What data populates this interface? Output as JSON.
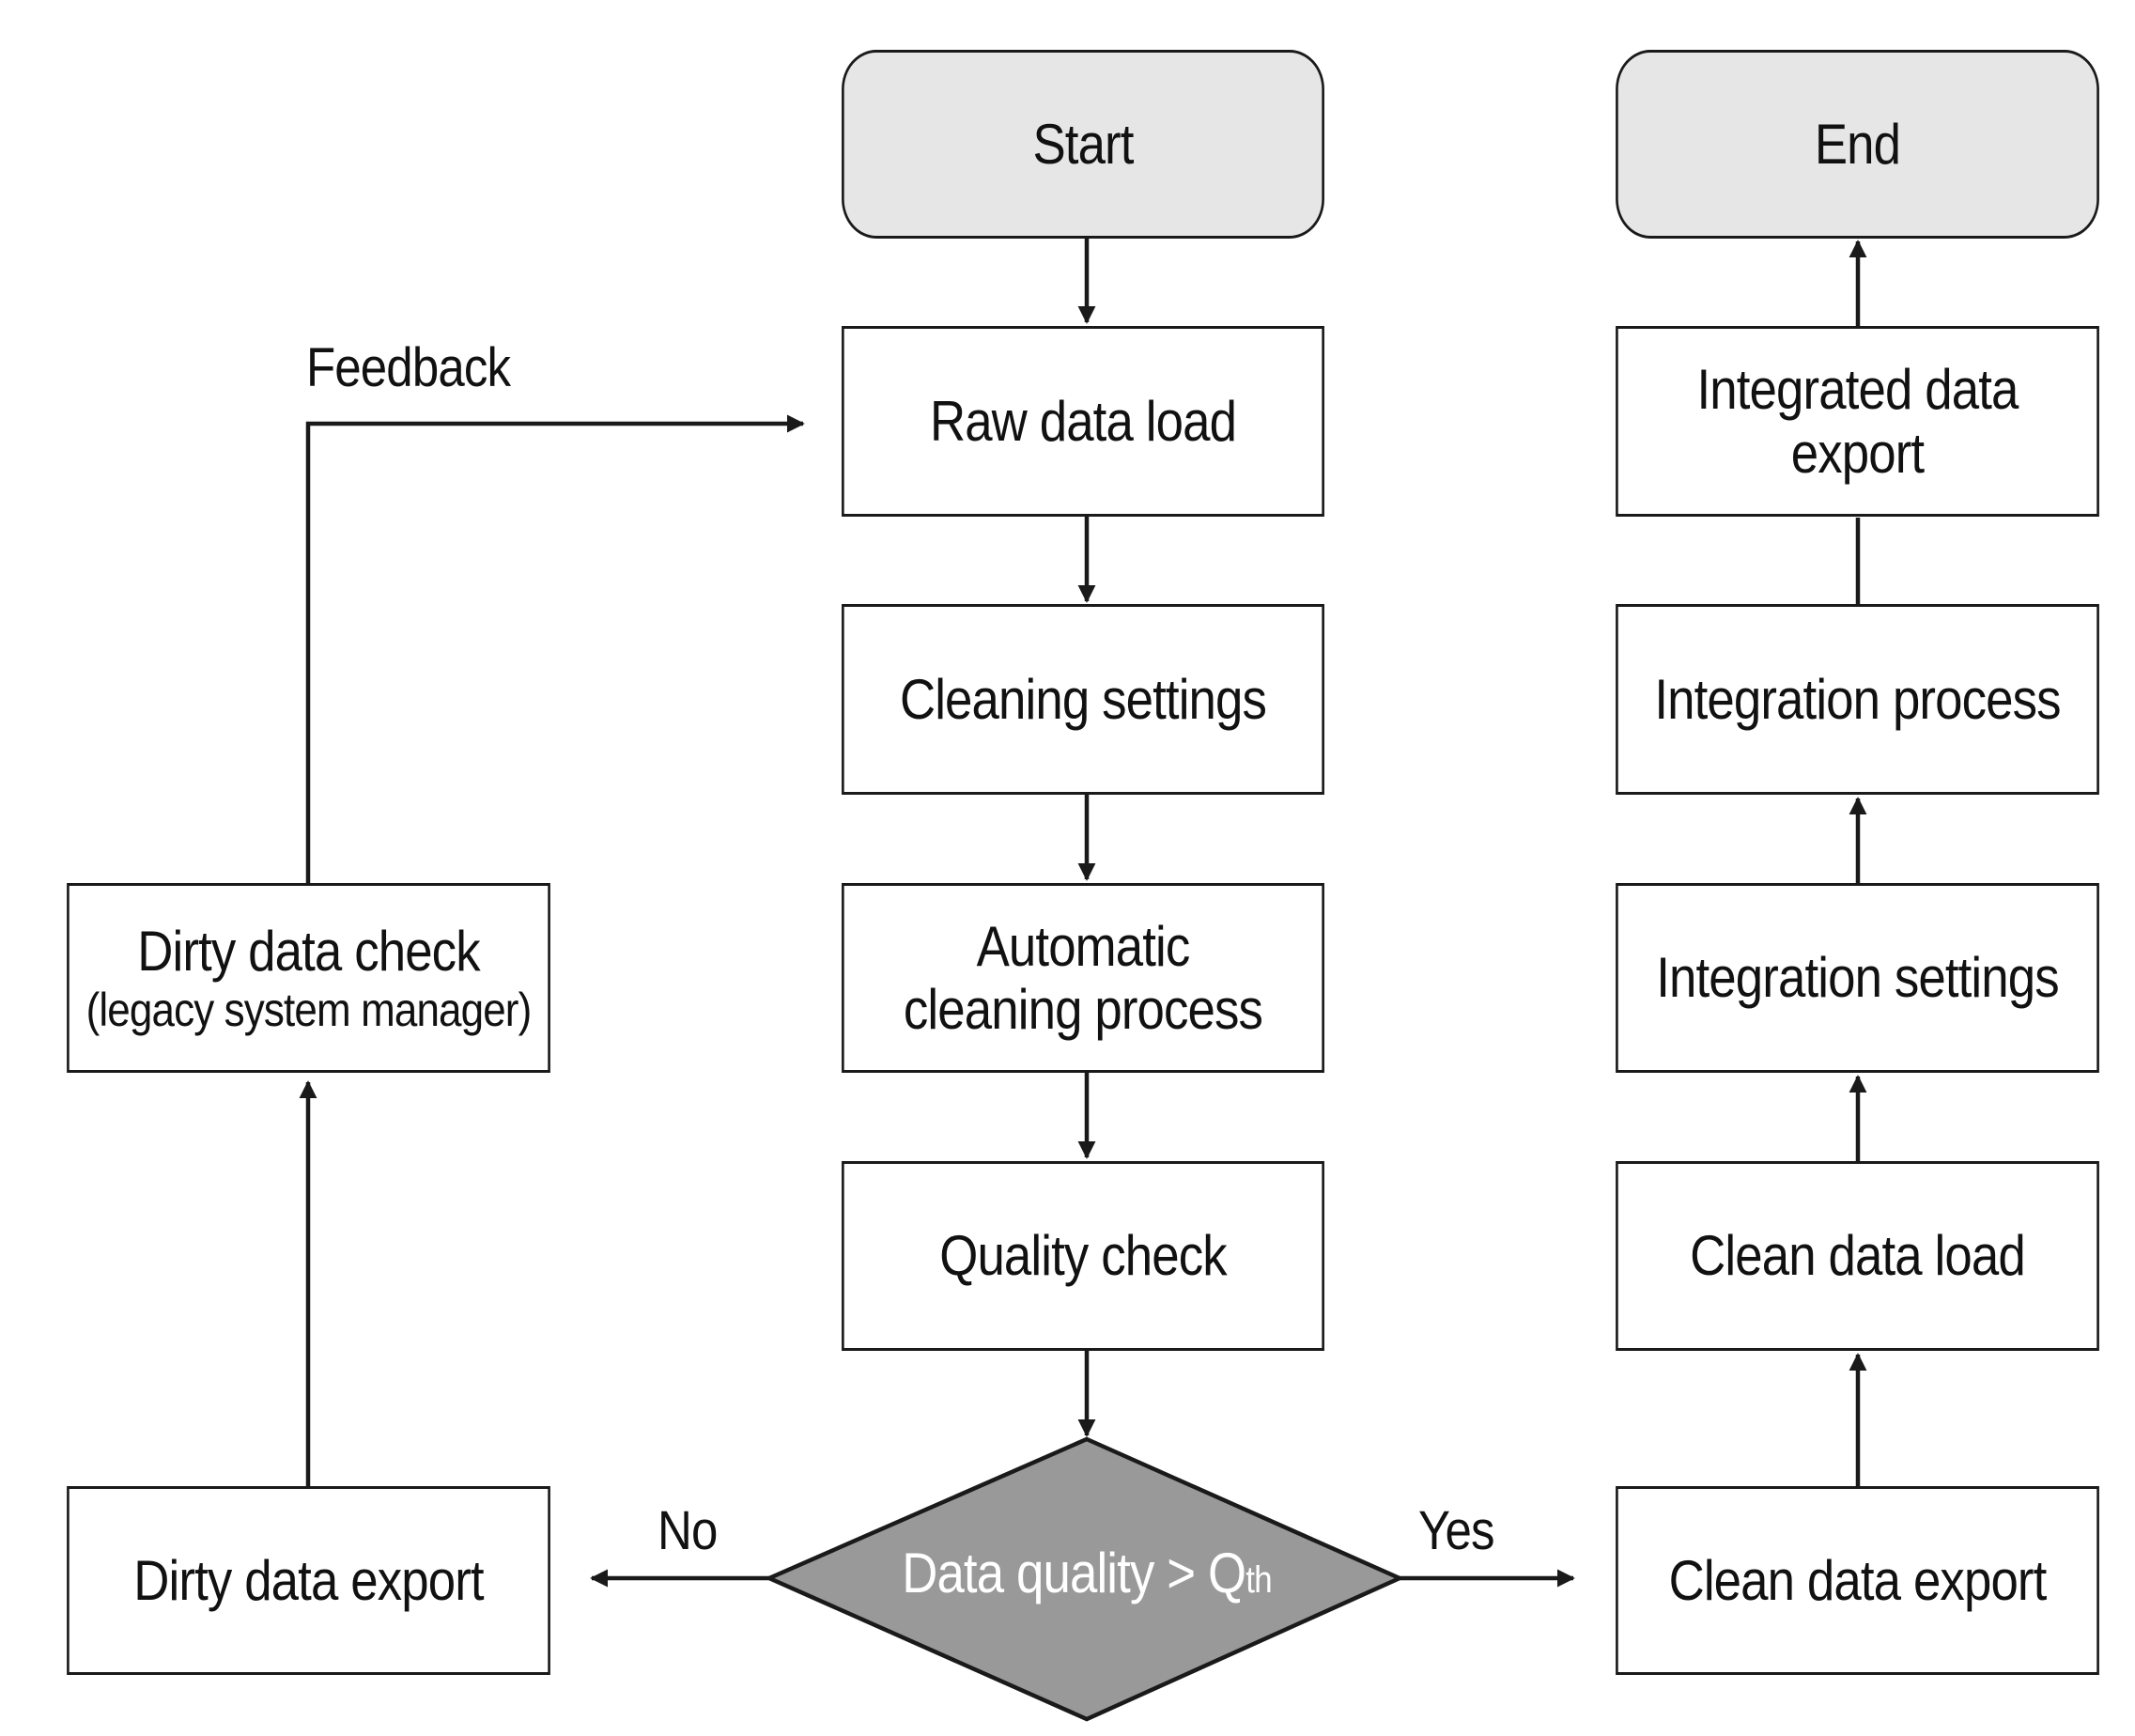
{
  "nodes": {
    "start": "Start",
    "end": "End",
    "raw_data_load": "Raw data load",
    "cleaning_settings": "Cleaning settings",
    "automatic_cleaning_line1": "Automatic",
    "automatic_cleaning_line2": "cleaning process",
    "quality_check": "Quality check",
    "decision_prefix": "Data quality > Q",
    "decision_subscript": "th",
    "dirty_data_export": "Dirty data export",
    "dirty_data_check": "Dirty data check",
    "dirty_data_check_sub": "(legacy system manager)",
    "clean_data_export": "Clean data export",
    "clean_data_load": "Clean data load",
    "integration_settings": "Integration settings",
    "integration_process": "Integration process",
    "integrated_export_line1": "Integrated data",
    "integrated_export_line2": "export"
  },
  "edge_labels": {
    "feedback": "Feedback",
    "no": "No",
    "yes": "Yes"
  },
  "colors": {
    "terminal_fill": "#e6e6e6",
    "decision_fill": "#999999",
    "stroke": "#1a1a1a"
  }
}
